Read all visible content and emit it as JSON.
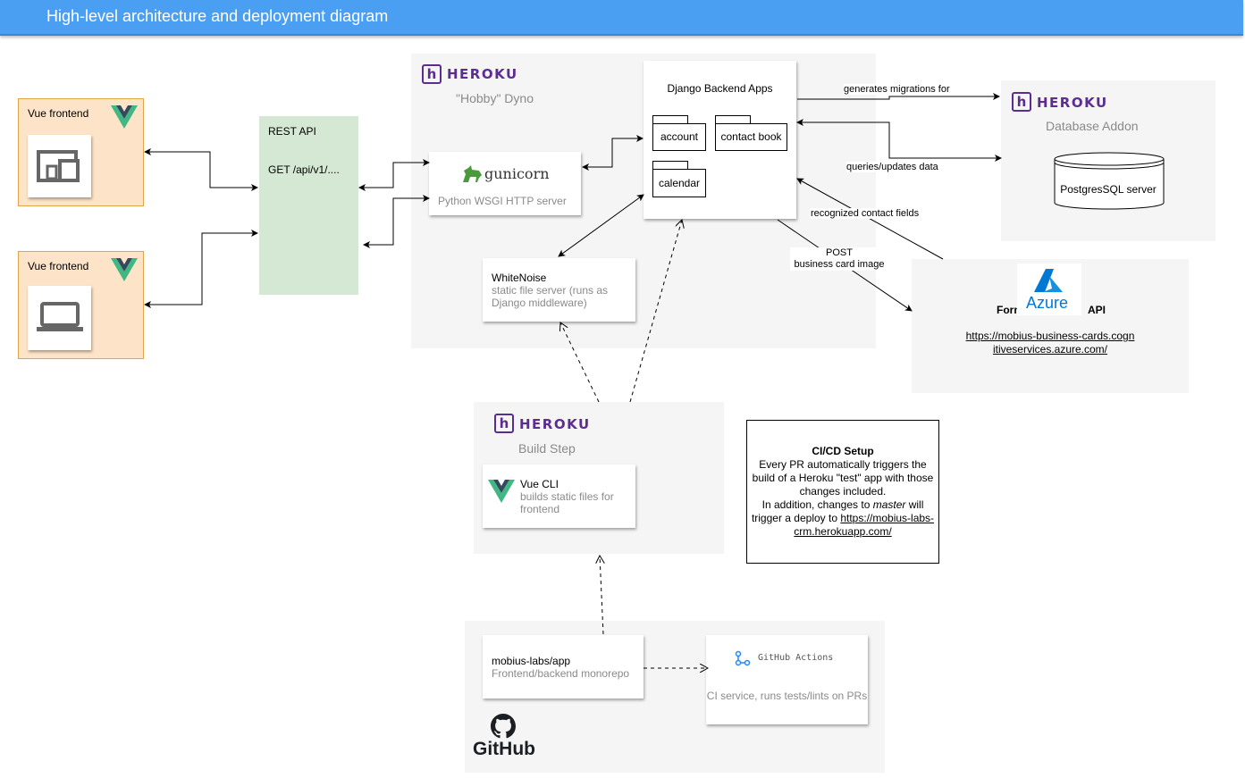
{
  "header": {
    "title": "High-level architecture and deployment diagram"
  },
  "brand": {
    "heroku": "HEROKU",
    "github": "GitHub",
    "azure": "Azure",
    "gunicorn": "gunicorn"
  },
  "colors": {
    "header_bg": "#4a9ff3",
    "heroku_purple": "#5c2d91",
    "vue_green": "#41b883",
    "vue_dark": "#35495e",
    "rest_green": "#d5e8d4",
    "frontend_bg": "#fde4c8",
    "azure_blue": "#0078d4"
  },
  "frontends": [
    {
      "label": "Vue frontend",
      "device_icon": "devices-icon"
    },
    {
      "label": "Vue frontend",
      "device_icon": "laptop-icon"
    }
  ],
  "rest_api": {
    "title": "REST API",
    "endpoint": "GET /api/v1/...."
  },
  "dyno": {
    "subtitle": "\"Hobby\" Dyno"
  },
  "gunicorn": {
    "desc": "Python WSGI HTTP server"
  },
  "django": {
    "title": "Django Backend Apps",
    "packages": [
      "account",
      "contact book",
      "calendar"
    ]
  },
  "whitenoise": {
    "title": "WhiteNoise",
    "desc": "static file server (runs as Django middleware)"
  },
  "database": {
    "subtitle": "Database Addon",
    "server": "PostgresSQL server"
  },
  "form_recognizer": {
    "title_left": "Forn",
    "title_right": "API",
    "url": "https://mobius-business-cards.cognitiveservices.azure.com/"
  },
  "build": {
    "subtitle": "Build Step",
    "tool_title": "Vue CLI",
    "tool_desc": "builds static files for frontend"
  },
  "cicd": {
    "title": "CI/CD Setup",
    "line1": "Every PR automatically triggers the build of a Heroku \"test\" app with those changes included.",
    "line2_pre": "In addition, changes to ",
    "line2_em": "master",
    "line2_post": " will trigger a deploy to ",
    "url": "https://mobius-labs-crm.herokuapp.com/"
  },
  "repo": {
    "name": "mobius-labs/app",
    "desc": "Frontend/backend monorepo"
  },
  "actions": {
    "brand": "GitHub Actions",
    "desc": "CI service, runs tests/lints on PRs"
  },
  "edges": {
    "generates": "generates migrations for",
    "queries": "queries/updates data",
    "recognized": "recognized contact fields",
    "post": "POST",
    "post_sub": "business card image"
  }
}
